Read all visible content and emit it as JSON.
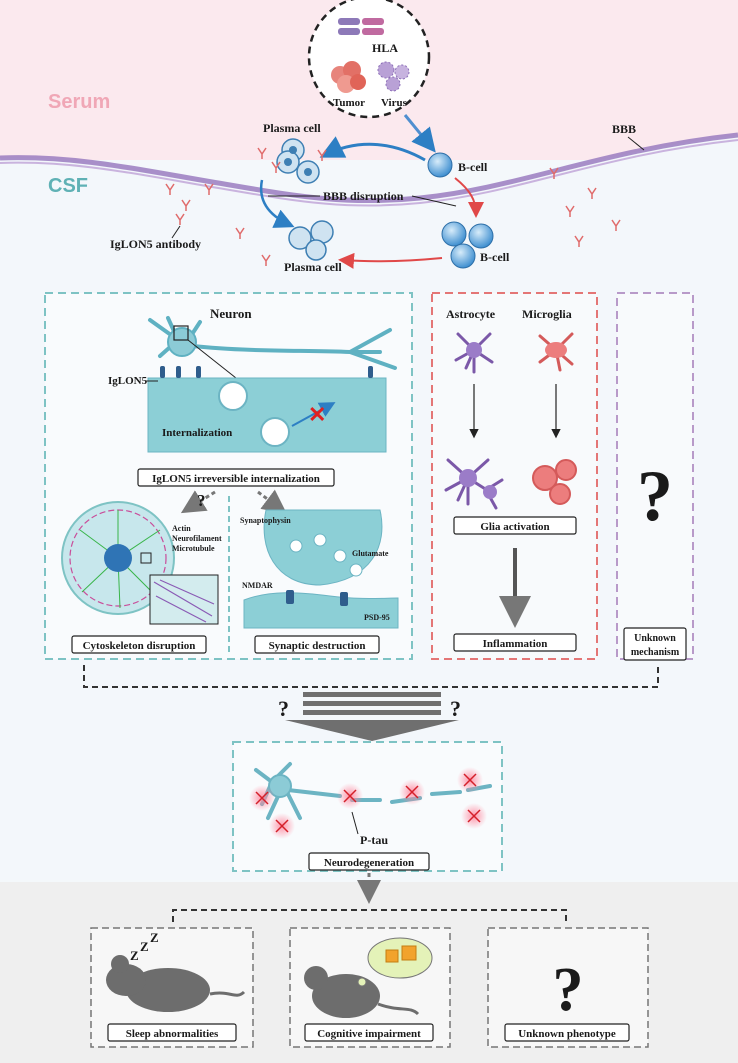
{
  "regions": {
    "serum": "Serum",
    "csf": "CSF"
  },
  "triggers": {
    "hla": "HLA",
    "tumor": "Tumor",
    "virus": "Virus"
  },
  "cells": {
    "plasma_cell_top": "Plasma cell",
    "b_cell_top": "B-cell",
    "b_cell_bottom": "B-cell",
    "plasma_cell_bottom": "Plasma cell"
  },
  "bbb": {
    "label": "BBB",
    "disruption": "BBB disruption"
  },
  "antibody": "IgLON5 antibody",
  "neuron_panel": {
    "neuron": "Neuron",
    "iglon5": "IgLON5",
    "internalization": "Internalization",
    "box": "IgLON5 irreversible internalization",
    "question": "?"
  },
  "cytoskeleton": {
    "actin": "Actin",
    "neurofilament": "Neurofilament",
    "microtubule": "Microtubule",
    "box": "Cytoskeleton disruption",
    "question": "?"
  },
  "synapse": {
    "synaptophysin": "Synaptophysin",
    "glutamate": "Glutamate",
    "nmdar": "NMDAR",
    "psd95": "PSD-95",
    "box": "Synaptic destruction"
  },
  "glia": {
    "astrocyte": "Astrocyte",
    "microglia": "Microglia",
    "activation": "Glia activation",
    "inflammation": "Inflammation"
  },
  "unknown_mechanism": {
    "line1": "Unknown",
    "line2": "mechanism",
    "question": "?"
  },
  "convergence": {
    "q_left": "?",
    "q_right": "?"
  },
  "neurodegeneration": {
    "ptau": "P-tau",
    "box": "Neurodegeneration"
  },
  "phenotypes": {
    "sleep": "Sleep abnormalities",
    "sleep_z": "Z",
    "sleep_z2": "Z",
    "sleep_z3": "Z",
    "cognitive": "Cognitive impairment",
    "unknown": "Unknown phenotype",
    "question": "?"
  },
  "colors": {
    "serum_bg": "#fbe9ee",
    "csf_bg": "#f3f7fb",
    "teal": "#7ec3c4",
    "red": "#e06b6b",
    "purple": "#b89ac9",
    "blue": "#3d87c9",
    "neuron": "#6cb4c3"
  }
}
